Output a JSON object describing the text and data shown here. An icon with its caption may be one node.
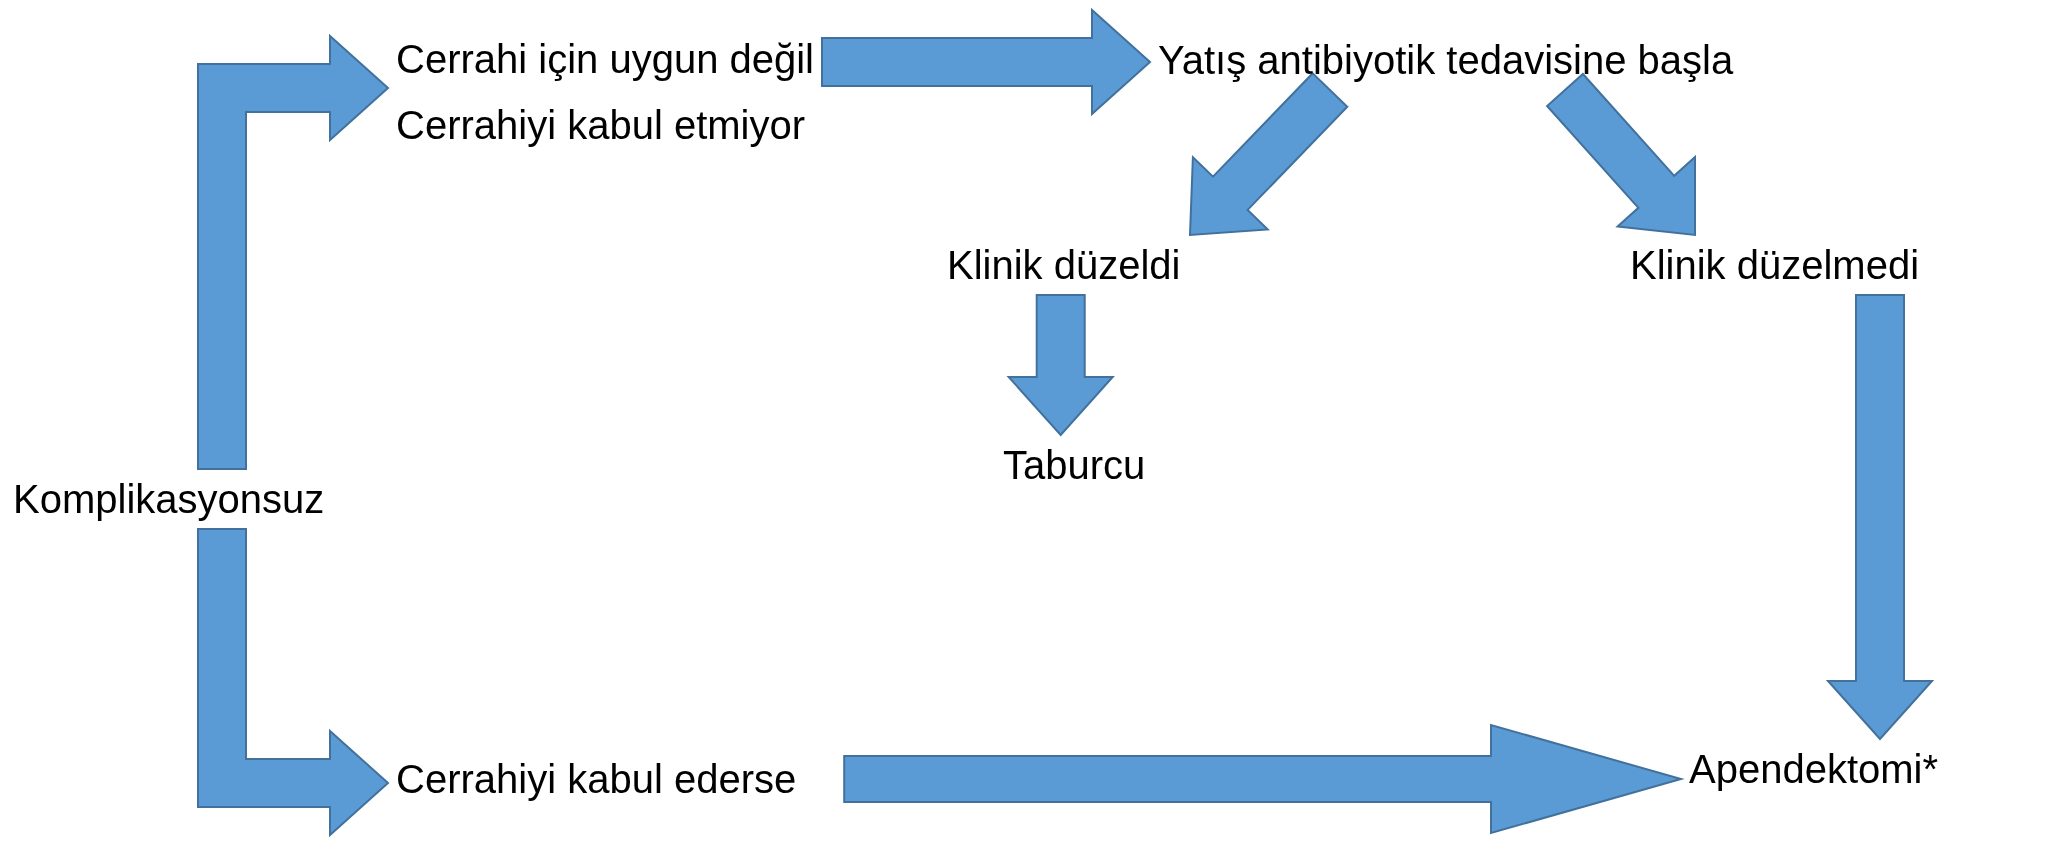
{
  "diagram": {
    "nodes": [
      {
        "text": [
          "Komplikasyonsuz"
        ]
      },
      {
        "text": [
          "Cerrahi için uygun değil",
          "Cerrahiyi kabul etmiyor"
        ]
      },
      {
        "text": [
          "Yatış antibiyotik tedavisine başla"
        ]
      },
      {
        "text": [
          "Klinik düzeldi"
        ]
      },
      {
        "text": [
          "Klinik düzelmedi"
        ]
      },
      {
        "text": [
          "Taburcu"
        ]
      },
      {
        "text": [
          "Cerrahiyi kabul ederse"
        ]
      },
      {
        "text": [
          "Apendektomi*"
        ]
      }
    ],
    "edges": [
      {
        "from": 0,
        "to": 1,
        "arrow": "to"
      },
      {
        "from": 0,
        "to": 6,
        "arrow": "to"
      },
      {
        "from": 1,
        "to": 2,
        "arrow": "to"
      },
      {
        "from": 2,
        "to": 3,
        "arrow": "to"
      },
      {
        "from": 2,
        "to": 4,
        "arrow": "to"
      },
      {
        "from": 3,
        "to": 5,
        "arrow": "to"
      },
      {
        "from": 4,
        "to": 7,
        "arrow": "to"
      },
      {
        "from": 6,
        "to": 7,
        "arrow": "to"
      }
    ]
  }
}
